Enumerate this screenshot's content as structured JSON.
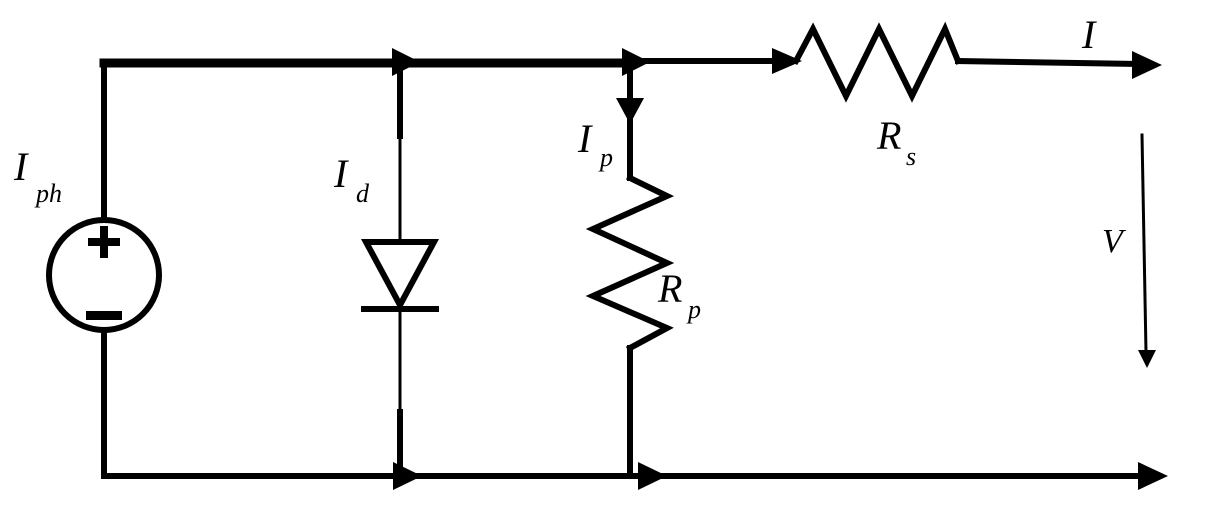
{
  "labels": {
    "source_current_main": "I",
    "source_current_sub": "ph",
    "diode_current_main": "I",
    "diode_current_sub": "d",
    "parallel_current_main": "I",
    "parallel_current_sub": "p",
    "series_resistor_main": "R",
    "series_resistor_sub": "s",
    "parallel_resistor_main": "R",
    "parallel_resistor_sub": "p",
    "output_current": "I",
    "output_voltage": "V",
    "source_plus": "+",
    "source_minus": "–"
  },
  "colors": {
    "stroke": "#000000",
    "background": "#ffffff"
  }
}
